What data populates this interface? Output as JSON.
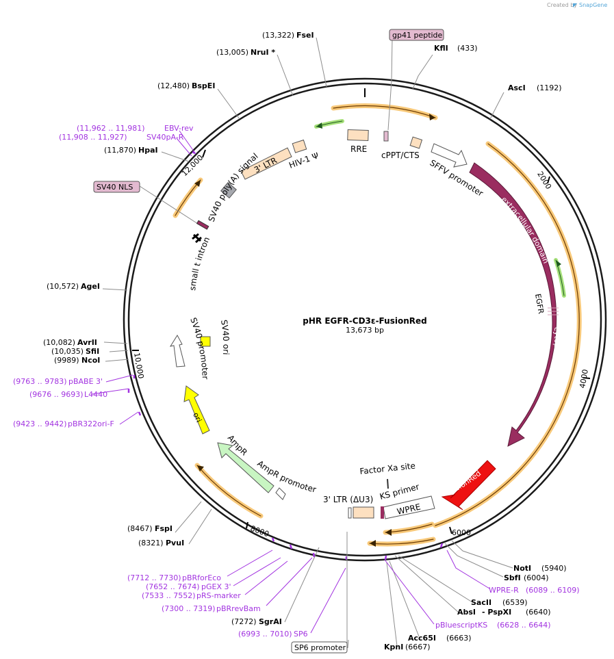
{
  "credit": {
    "prefix": "Created by",
    "brand": "SnapGene"
  },
  "plasmid": {
    "name": "pHR EGFR-CD3ε-FusionRed",
    "length": "13,673 bp"
  },
  "ticks": [
    "2000",
    "4000",
    "6000",
    "8000",
    "10,000",
    "12,000"
  ],
  "sites": [
    {
      "name": "FseI",
      "pos": "(13,322)"
    },
    {
      "name": "NruI *",
      "pos": "(13,005)"
    },
    {
      "name": "BspEI",
      "pos": "(12,480)"
    },
    {
      "name": "HpaI",
      "pos": "(11,870)"
    },
    {
      "name": "AgeI",
      "pos": "(10,572)"
    },
    {
      "name": "AvrII",
      "pos": "(10,082)"
    },
    {
      "name": "SfiI",
      "pos": "(10,035)"
    },
    {
      "name": "NcoI",
      "pos": "(9989)"
    },
    {
      "name": "FspI",
      "pos": "(8467)"
    },
    {
      "name": "PvuI",
      "pos": "(8321)"
    },
    {
      "name": "SgrAI",
      "pos": "(7272)"
    },
    {
      "name": "KflI",
      "pos": "(433)"
    },
    {
      "name": "AscI",
      "pos": "(1192)"
    },
    {
      "name": "NotI",
      "pos": "(5940)"
    },
    {
      "name": "SbfI",
      "pos": "(6004)"
    },
    {
      "name": "SacII",
      "pos": "(6539)"
    },
    {
      "name": "AbsI",
      "pos": "- PspXI"
    },
    {
      "name": "Acc65I",
      "pos": "(6663)"
    },
    {
      "name": "KpnI",
      "pos": "(6667)"
    }
  ],
  "site_extra": {
    "pspxi_pos": "(6640)"
  },
  "primers": [
    {
      "name": "EBV-rev",
      "range": "(11,962 .. 11,981)"
    },
    {
      "name": "SV40pA-R",
      "range": "(11,908 .. 11,927)"
    },
    {
      "name": "pBABE 3'",
      "range": "(9763 .. 9783)"
    },
    {
      "name": "L4440",
      "range": "(9676 .. 9693)"
    },
    {
      "name": "pBR322ori-F",
      "range": "(9423 .. 9442)"
    },
    {
      "name": "pBRforEco",
      "range": "(7712 .. 7730)"
    },
    {
      "name": "pGEX 3'",
      "range": "(7652 .. 7674)"
    },
    {
      "name": "pRS-marker",
      "range": "(7533 .. 7552)"
    },
    {
      "name": "pBRrevBam",
      "range": "(7300 .. 7319)"
    },
    {
      "name": "SP6",
      "range": "(6993 .. 7010)"
    },
    {
      "name": "WPRE-R",
      "range": "(6089 .. 6109)"
    },
    {
      "name": "pBluescriptKS",
      "range": "(6628 .. 6644)"
    }
  ],
  "boxed": {
    "gp41": "gp41 peptide",
    "sv40nls": "SV40 NLS",
    "sp6promoter": "SP6 promoter"
  },
  "features": {
    "rre": "RRE",
    "cppt": "cPPT/CTS",
    "sffv": "SFFV promoter",
    "hiv": "HIV-1 Ψ",
    "ltr3": "3' LTR",
    "sv40polyA": "SV40 poly(A) signal",
    "smallt": "small t intron",
    "sv40ori": "SV40 ori",
    "sv40promoter": "SV40 promoter",
    "ori": "ori",
    "ampr": "AmpR",
    "amprpromoter": "AmpR promoter",
    "ltr3du3": "3' LTR (ΔU3)",
    "factorxa": "Factor Xa site",
    "ksprimer": "KS primer",
    "wpre": "WPRE",
    "fusionred": "FusionRed",
    "extracellular": "extracellular domain",
    "egfr": "EGFR",
    "cytoplasmic": "cytoplasmic domain"
  },
  "colors": {
    "backbone": "#1a1a1a",
    "enzyme_line": "#8c8c8c",
    "primer": "#a233e0",
    "orf_orange": "#f8c97a",
    "egfr": "#9a2d60",
    "fusionred": "#ee1111",
    "ori": "#ffff00",
    "ampr": "#c8f5c2",
    "ltr": "#fde0c0",
    "misc_box": "#e3bad0"
  }
}
